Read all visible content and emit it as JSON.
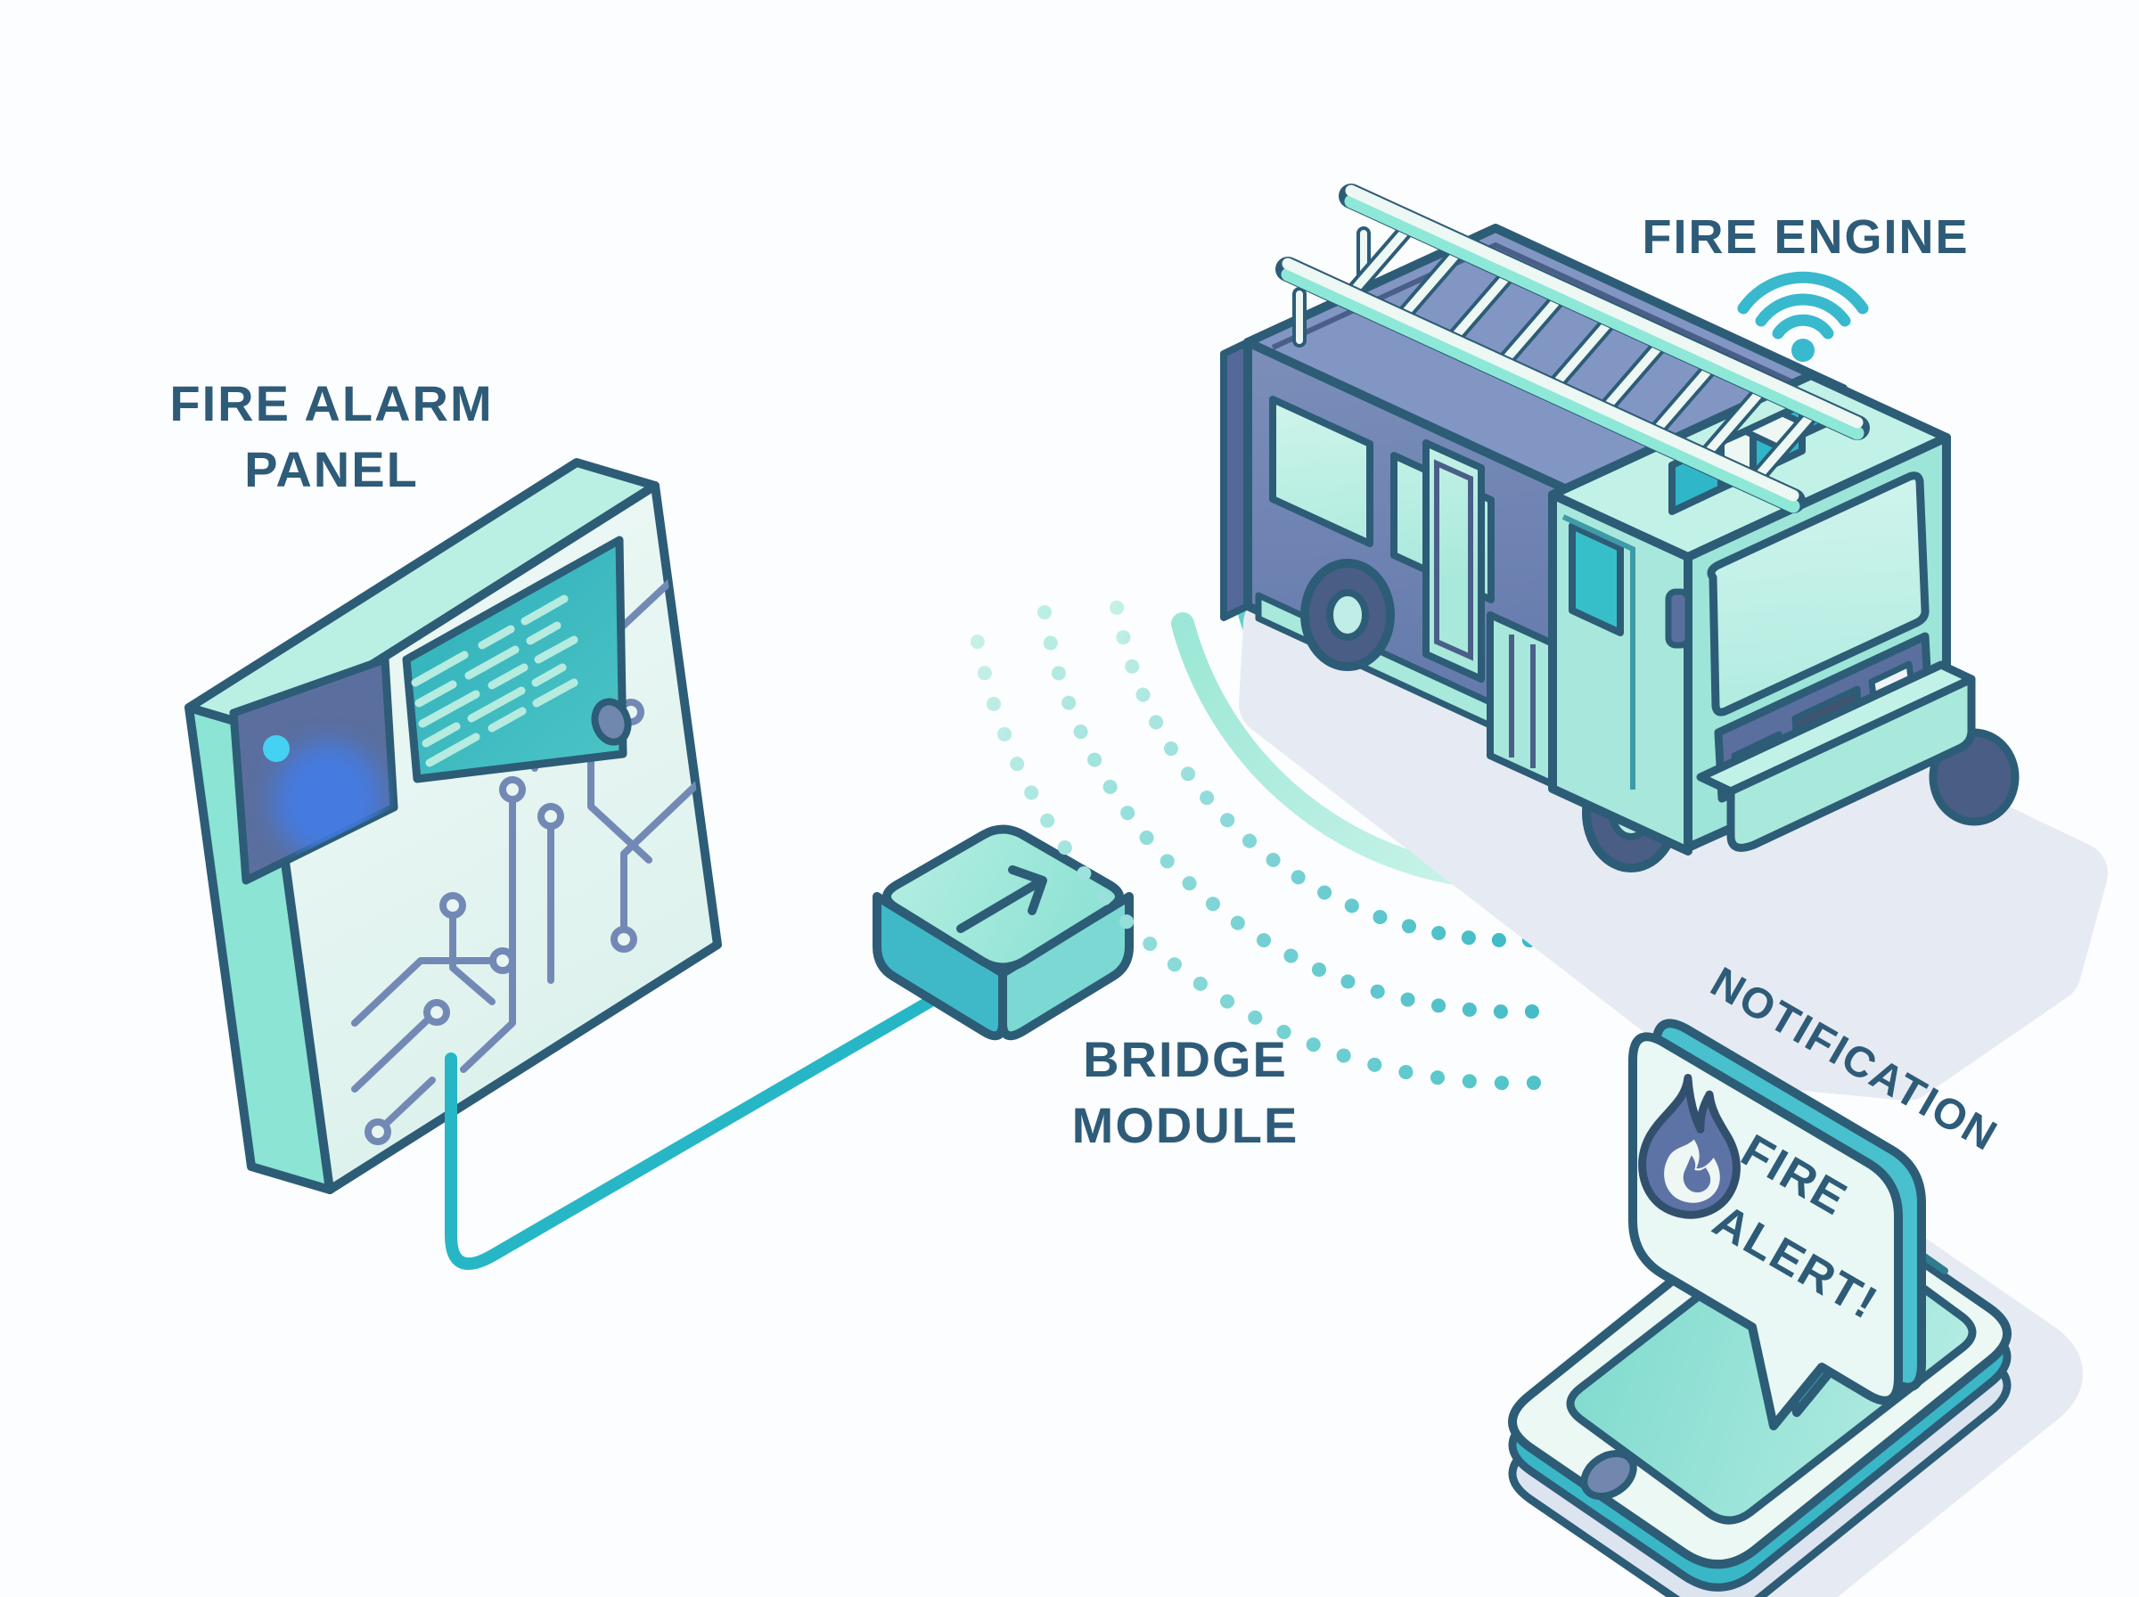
{
  "colors": {
    "background": "#fcfdfe",
    "outline": "#2d5c77",
    "label_text": "#2e5b78",
    "panel_face": "#e7f6f2",
    "panel_edge_top": "#b9f0e3",
    "panel_edge_side": "#8ce4d4",
    "screen_teal": "#35b8c2",
    "screen_blue": "#5b6f9e",
    "glow_blue": "#3f7ef0",
    "glow_cyan": "#45d1f2",
    "panel_button": "#7187ad",
    "circuit": "#7389b5",
    "wire": "#27b6c5",
    "module_top": "#a5e9dc",
    "module_left": "#3fb9c8",
    "module_right": "#7cd8d3",
    "slate_side": "#6c84b2",
    "slate_top": "#8296c4",
    "slate_dark": "#55689a",
    "slate_front": "#5d73a5",
    "window_mint": "#c5f0e7",
    "window_teal": "#37bfc9",
    "cab_mint": "#a8e8dc",
    "cab_roof": "#c2f2e7",
    "cab_front": "#9de5d8",
    "grille_band": "#5b6f9e",
    "grille_dark": "#42536f",
    "headlight": "#eef4f8",
    "bumper": "#a9e9dc",
    "tire": "#4a5d85",
    "hub": "#bfeee6",
    "ladder_white": "#edf7f3",
    "ladder_mint": "#8ee8d8",
    "lightbar_teal": "#2fb7c9",
    "wifi": "#39b9cd",
    "arc_teal": "#2fb0c6",
    "arc_mint": "#9fe8d8",
    "dot_teal": "#3db9c6",
    "dot_mint": "#c4f0e6",
    "phone_frame": "#3ab7c6",
    "phone_bezel": "#ecf8f4",
    "phone_screen": "#8fe0d4",
    "phone_slab": "#dce4f0",
    "bubble_face": "#e9f8f5",
    "bubble_edge": "#48c0cd",
    "flame": "#5d73a6",
    "screen_lines": "#2e7d8f",
    "shadow": "#e6ebf3"
  },
  "diagram": {
    "nodes": [
      {
        "id": "fire-alarm-panel",
        "label_lines": [
          "FIRE ALARM",
          "PANEL"
        ]
      },
      {
        "id": "bridge-module",
        "label_lines": [
          "BRIDGE",
          "MODULE"
        ]
      },
      {
        "id": "fire-engine",
        "label_lines": [
          "FIRE ENGINE"
        ]
      },
      {
        "id": "notification-phone",
        "label_lines": [
          "NOTIFICATION"
        ],
        "alert_lines": [
          "FIRE",
          "ALERT!"
        ]
      }
    ],
    "connections": [
      {
        "from": "fire-alarm-panel",
        "to": "bridge-module",
        "type": "wired-cable"
      },
      {
        "from": "bridge-module",
        "to": "fire-engine",
        "type": "wireless-signal"
      },
      {
        "from": "fire-engine",
        "to": "notification-phone",
        "type": "wireless-notification"
      }
    ],
    "icons": [
      {
        "name": "arrow-up-right-icon",
        "on": "bridge-module"
      },
      {
        "name": "wifi-icon",
        "on": "fire-engine"
      },
      {
        "name": "flame-icon",
        "on": "notification-phone"
      }
    ]
  }
}
